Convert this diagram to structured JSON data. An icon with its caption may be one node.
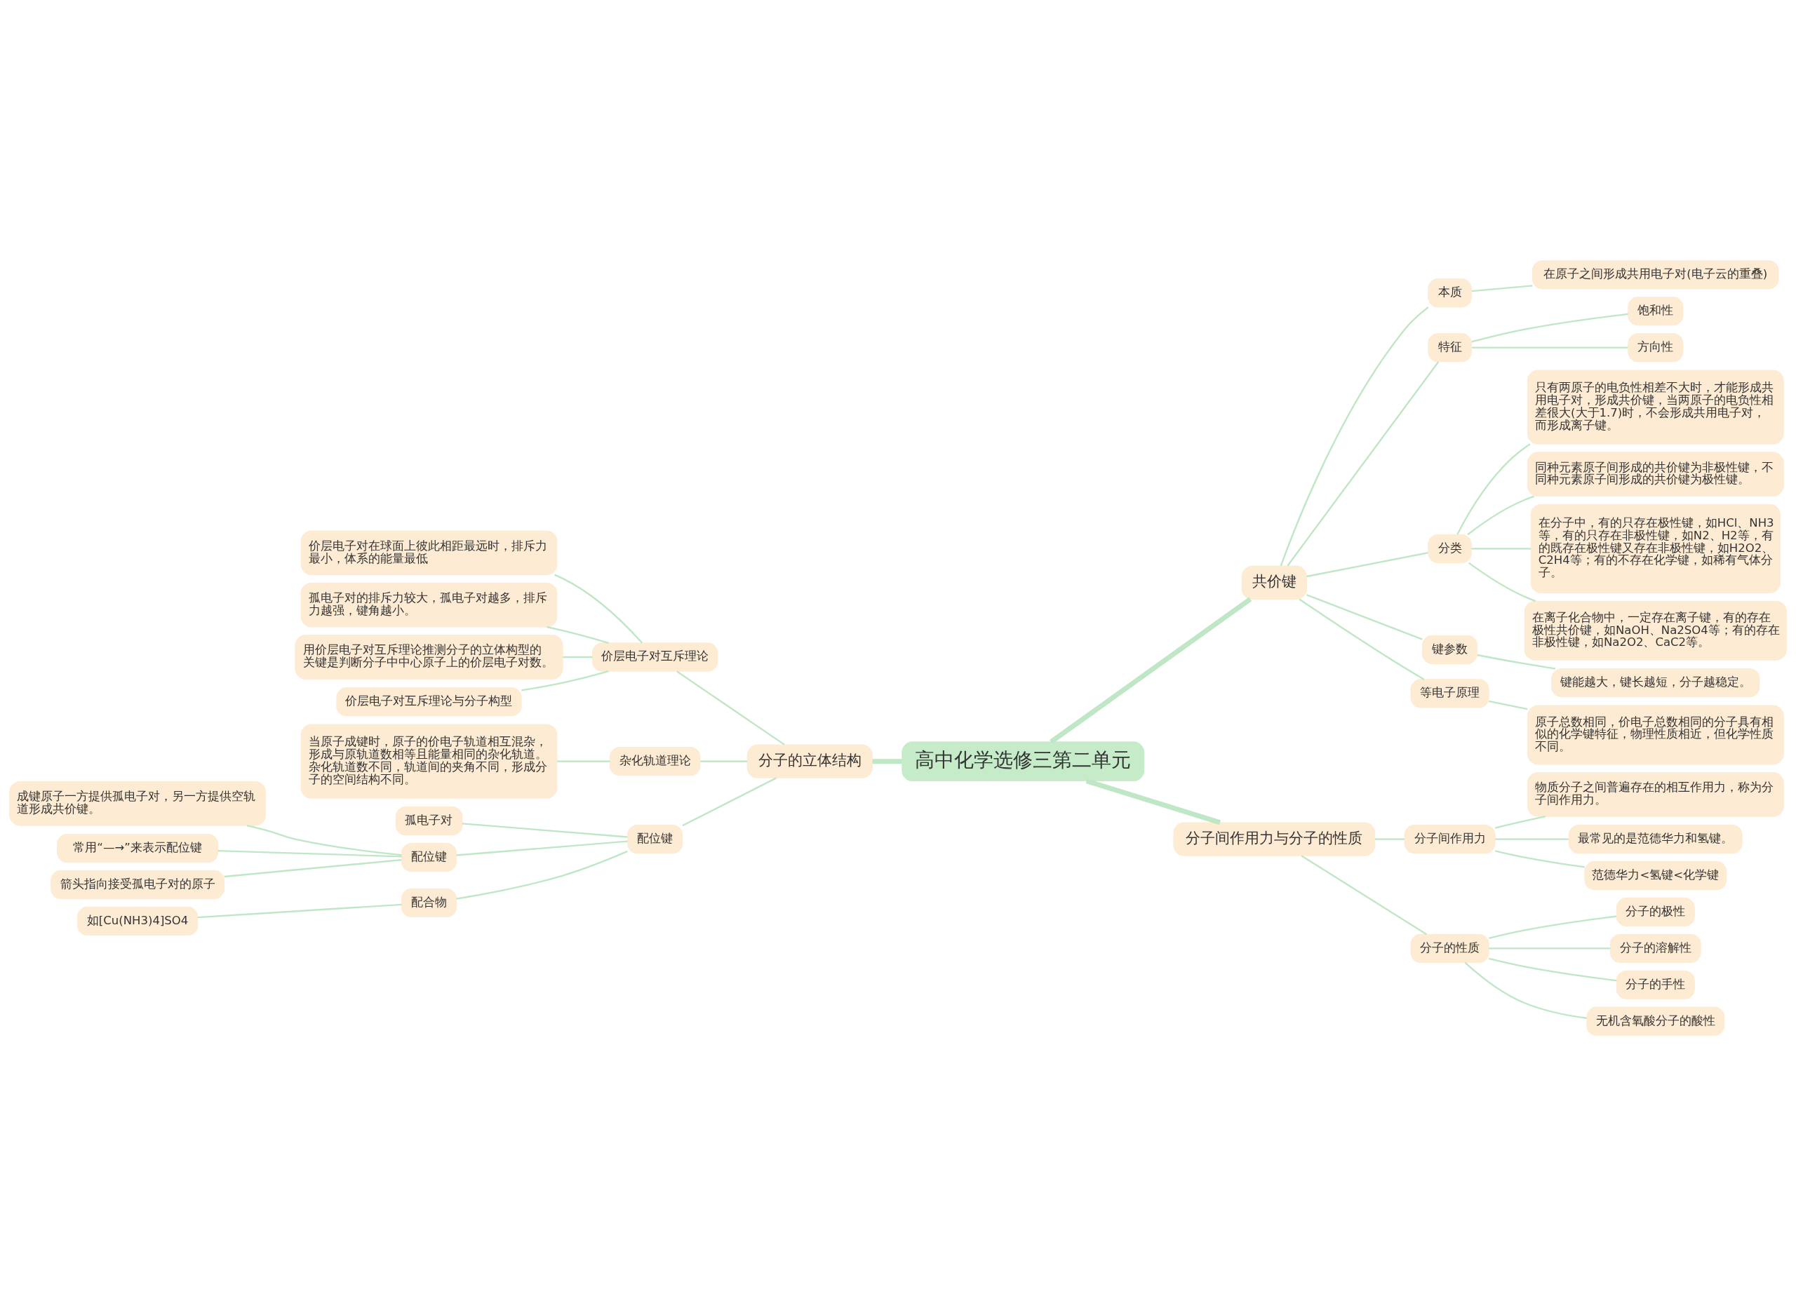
{
  "diagram": {
    "nodes": [
      {
        "text": [
          "高中化学选修三第二单元"
        ]
      },
      {
        "text": [
          "共价键"
        ]
      },
      {
        "text": [
          "本质"
        ]
      },
      {
        "text": [
          "在原子之间形成共用电子对(电子云的重叠)"
        ]
      },
      {
        "text": [
          "特征"
        ]
      },
      {
        "text": [
          "饱和性"
        ]
      },
      {
        "text": [
          "方向性"
        ]
      },
      {
        "text": [
          "分类"
        ]
      },
      {
        "text": [
          "只有两原子的电负性相差不大时，才能形成共用电子对，形成共价键，当两原子的电负性相差很大(大于1.7)时，不会形成共用电子对，而形成离子键。"
        ]
      },
      {
        "text": [
          "同种元素原子间形成的共价键为非极性键，不同种元素原子间形成的共价键为极性键。"
        ]
      },
      {
        "text": [
          "在分子中，有的只存在极性键，如HCl、NH3等，有的只存在非极性键，如N2、H2等，有的既存在极性键又存在非极性键，如H2O2、C2H4等；有的不存在化学键，如稀有气体分子。"
        ]
      },
      {
        "text": [
          "在离子化合物中，一定存在离子键，有的存在极性共价键，如NaOH、Na2SO4等；有的存在非极性键，如Na2O2、CaC2等。"
        ]
      },
      {
        "text": [
          "键参数"
        ]
      },
      {
        "text": [
          "键能越大，键长越短，分子越稳定。"
        ]
      },
      {
        "text": [
          "等电子原理"
        ]
      },
      {
        "text": [
          "原子总数相同，价电子总数相同的分子具有相似的化学键特征，物理性质相近，但化学性质不同。"
        ]
      },
      {
        "text": [
          "分子间作用力与分子的性质"
        ]
      },
      {
        "text": [
          "分子间作用力"
        ]
      },
      {
        "text": [
          "物质分子之间普遍存在的相互作用力，称为分子间作用力。"
        ]
      },
      {
        "text": [
          "最常见的是范德华力和氢键。"
        ]
      },
      {
        "text": [
          "范德华力<氢键<化学键"
        ]
      },
      {
        "text": [
          "分子的性质"
        ]
      },
      {
        "text": [
          "分子的极性"
        ]
      },
      {
        "text": [
          "分子的溶解性"
        ]
      },
      {
        "text": [
          "分子的手性"
        ]
      },
      {
        "text": [
          "无机含氧酸分子的酸性"
        ]
      },
      {
        "text": [
          "分子的立体结构"
        ]
      },
      {
        "text": [
          "价层电子对互斥理论"
        ]
      },
      {
        "text": [
          "价层电子对在球面上彼此相距最远时，排斥力最小，体系的能量最低"
        ]
      },
      {
        "text": [
          "孤电子对的排斥力较大，孤电子对越多，排斥力越强，键角越小。"
        ]
      },
      {
        "text": [
          "用价层电子对互斥理论推测分子的立体构型的关键是判断分子中中心原子上的价层电子对数。"
        ]
      },
      {
        "text": [
          "价层电子对互斥理论与分子构型"
        ]
      },
      {
        "text": [
          "杂化轨道理论"
        ]
      },
      {
        "text": [
          "当原子成键时，原子的价电子轨道相互混杂，形成与原轨道数相等且能量相同的杂化轨道。杂化轨道数不同，轨道间的夹角不同，形成分子的空间结构不同。"
        ]
      },
      {
        "text": [
          "配位键"
        ]
      },
      {
        "text": [
          "孤电子对"
        ]
      },
      {
        "text": [
          "配位键"
        ]
      },
      {
        "text": [
          "成键原子一方提供孤电子对，另一方提供空轨道形成共价键。"
        ]
      },
      {
        "text": [
          "常用“—→”来表示配位键"
        ]
      },
      {
        "text": [
          "箭头指向接受孤电子对的原子"
        ]
      },
      {
        "text": [
          "配合物"
        ]
      },
      {
        "text": [
          "如[Cu(NH3)4]SO4"
        ]
      }
    ],
    "edges": [
      {
        "from": 0,
        "to": 1,
        "arrow": "none",
        "style": "thick"
      },
      {
        "from": 1,
        "to": 2,
        "arrow": "none"
      },
      {
        "from": 2,
        "to": 3,
        "arrow": "none"
      },
      {
        "from": 1,
        "to": 4,
        "arrow": "none"
      },
      {
        "from": 4,
        "to": 5,
        "arrow": "none"
      },
      {
        "from": 4,
        "to": 6,
        "arrow": "none"
      },
      {
        "from": 1,
        "to": 7,
        "arrow": "none"
      },
      {
        "from": 7,
        "to": 8,
        "arrow": "none"
      },
      {
        "from": 7,
        "to": 9,
        "arrow": "none"
      },
      {
        "from": 7,
        "to": 10,
        "arrow": "none"
      },
      {
        "from": 7,
        "to": 11,
        "arrow": "none"
      },
      {
        "from": 1,
        "to": 12,
        "arrow": "none"
      },
      {
        "from": 12,
        "to": 13,
        "arrow": "none"
      },
      {
        "from": 1,
        "to": 14,
        "arrow": "none"
      },
      {
        "from": 14,
        "to": 15,
        "arrow": "none"
      },
      {
        "from": 0,
        "to": 16,
        "arrow": "none",
        "style": "thick"
      },
      {
        "from": 16,
        "to": 17,
        "arrow": "none"
      },
      {
        "from": 17,
        "to": 18,
        "arrow": "none"
      },
      {
        "from": 17,
        "to": 19,
        "arrow": "none"
      },
      {
        "from": 17,
        "to": 20,
        "arrow": "none"
      },
      {
        "from": 16,
        "to": 21,
        "arrow": "none"
      },
      {
        "from": 21,
        "to": 22,
        "arrow": "none"
      },
      {
        "from": 21,
        "to": 23,
        "arrow": "none"
      },
      {
        "from": 21,
        "to": 24,
        "arrow": "none"
      },
      {
        "from": 21,
        "to": 25,
        "arrow": "none"
      },
      {
        "from": 0,
        "to": 26,
        "arrow": "none",
        "style": "thick"
      },
      {
        "from": 26,
        "to": 27,
        "arrow": "none"
      },
      {
        "from": 27,
        "to": 28,
        "arrow": "none"
      },
      {
        "from": 27,
        "to": 29,
        "arrow": "none"
      },
      {
        "from": 27,
        "to": 30,
        "arrow": "none"
      },
      {
        "from": 27,
        "to": 31,
        "arrow": "none"
      },
      {
        "from": 26,
        "to": 32,
        "arrow": "none"
      },
      {
        "from": 32,
        "to": 33,
        "arrow": "none"
      },
      {
        "from": 26,
        "to": 34,
        "arrow": "none"
      },
      {
        "from": 34,
        "to": 35,
        "arrow": "none"
      },
      {
        "from": 34,
        "to": 36,
        "arrow": "none"
      },
      {
        "from": 36,
        "to": 37,
        "arrow": "none"
      },
      {
        "from": 36,
        "to": 38,
        "arrow": "none"
      },
      {
        "from": 36,
        "to": 39,
        "arrow": "none"
      },
      {
        "from": 34,
        "to": 40,
        "arrow": "none"
      },
      {
        "from": 40,
        "to": 41,
        "arrow": "none"
      }
    ]
  }
}
